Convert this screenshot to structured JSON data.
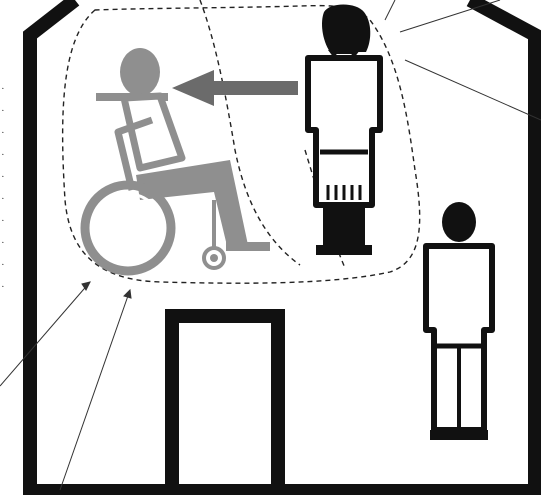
{
  "colors": {
    "ink": "#111111",
    "grey_figure": "#8f8f8f",
    "arrow": "#6b6b6b",
    "paper": "#ffffff"
  },
  "icons": [
    "house-outline",
    "doorway",
    "wheelchair-user-figure",
    "standing-person-female",
    "standing-person-male",
    "direction-arrow",
    "boundary-zone-dashed",
    "leader-line"
  ],
  "margin_fragments": [
    "·",
    "·",
    "·",
    "·",
    "·",
    "·",
    "·",
    "·",
    "·",
    "·"
  ]
}
